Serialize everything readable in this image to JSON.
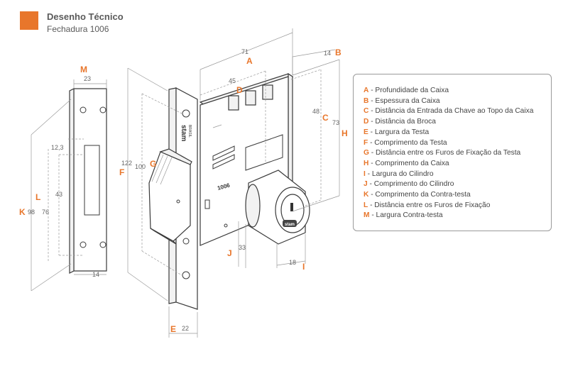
{
  "header": {
    "title": "Desenho Técnico",
    "subtitle": "Fechadura 1006",
    "accent_color": "#e8762b"
  },
  "accent_color": "#e8762b",
  "dimensions": {
    "A": "71",
    "B": "14",
    "C": "48",
    "D": "45",
    "E": "22",
    "F": "122",
    "G": "100",
    "H": "73",
    "I": "18",
    "J": "33",
    "K": "98",
    "L": "76",
    "L_inner": "43",
    "M": "23",
    "top_offset": "12,3",
    "strike_width": "14"
  },
  "letters": {
    "A": "A",
    "B": "B",
    "C": "C",
    "D": "D",
    "E": "E",
    "F": "F",
    "G": "G",
    "H": "H",
    "I": "I",
    "J": "J",
    "K": "K",
    "L": "L",
    "M": "M"
  },
  "legend": [
    {
      "key": "A",
      "label": " - Profundidade da Caixa"
    },
    {
      "key": "B",
      "label": " - Espessura da Caixa"
    },
    {
      "key": "C",
      "label": " - Distância da Entrada da Chave ao Topo da Caixa"
    },
    {
      "key": "D",
      "label": " - Distância da Broca"
    },
    {
      "key": "E",
      "label": " - Largura da Testa"
    },
    {
      "key": "F",
      "label": " - Comprimento da Testa"
    },
    {
      "key": "G",
      "label": " - Distância entre os Furos de Fixação da Testa"
    },
    {
      "key": "H",
      "label": " - Comprimento da Caixa"
    },
    {
      "key": "I",
      "label": " - Largura do Cilindro"
    },
    {
      "key": "J",
      "label": " - Comprimento do Cilindro"
    },
    {
      "key": "K",
      "label": " - Comprimento da Contra-testa"
    },
    {
      "key": "L",
      "label": " - Distância entre os Furos de Fixação"
    },
    {
      "key": "M",
      "label": " - Largura Contra-testa"
    }
  ],
  "markings": {
    "faceplate_brand": "stam",
    "faceplate_country": "BRASIL",
    "body_text": "1006",
    "cylinder_brand": "stam"
  }
}
